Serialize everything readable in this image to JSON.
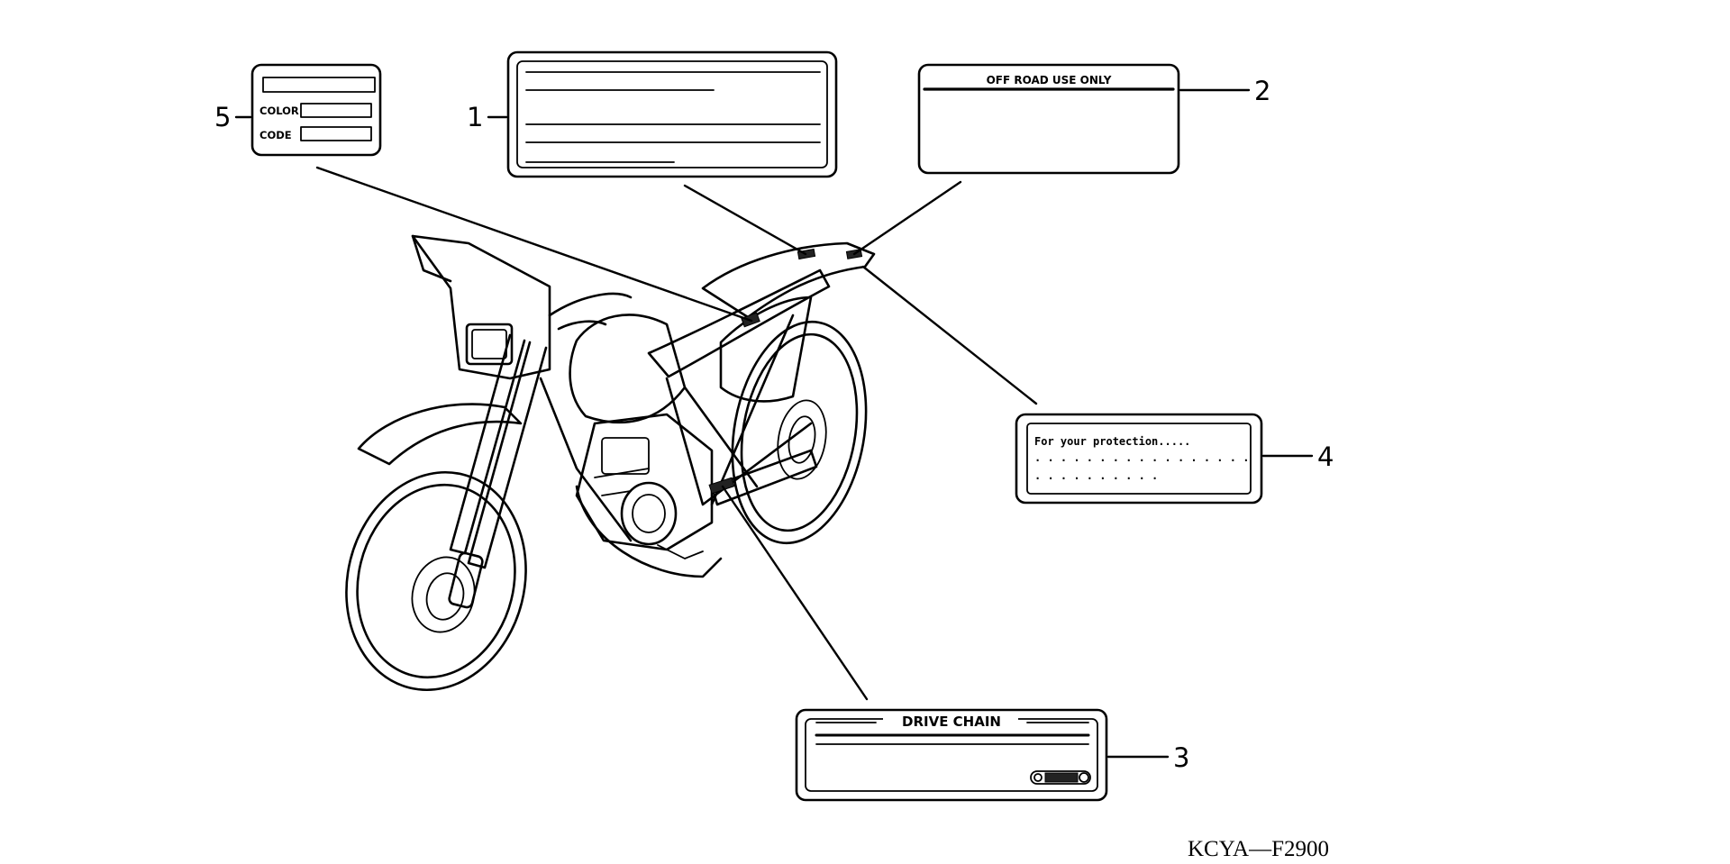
{
  "diagram": {
    "callouts": [
      {
        "number": "1",
        "label_text": ""
      },
      {
        "number": "2",
        "label_text": "OFF ROAD USE ONLY"
      },
      {
        "number": "3",
        "label_text": "DRIVE CHAIN"
      },
      {
        "number": "4",
        "label_text": "For your protection....."
      },
      {
        "number": "5",
        "label_text": ""
      }
    ],
    "label5": {
      "color_label": "COLOR",
      "code_label": "CODE"
    },
    "catalog_code": "KCYA—F2900"
  }
}
